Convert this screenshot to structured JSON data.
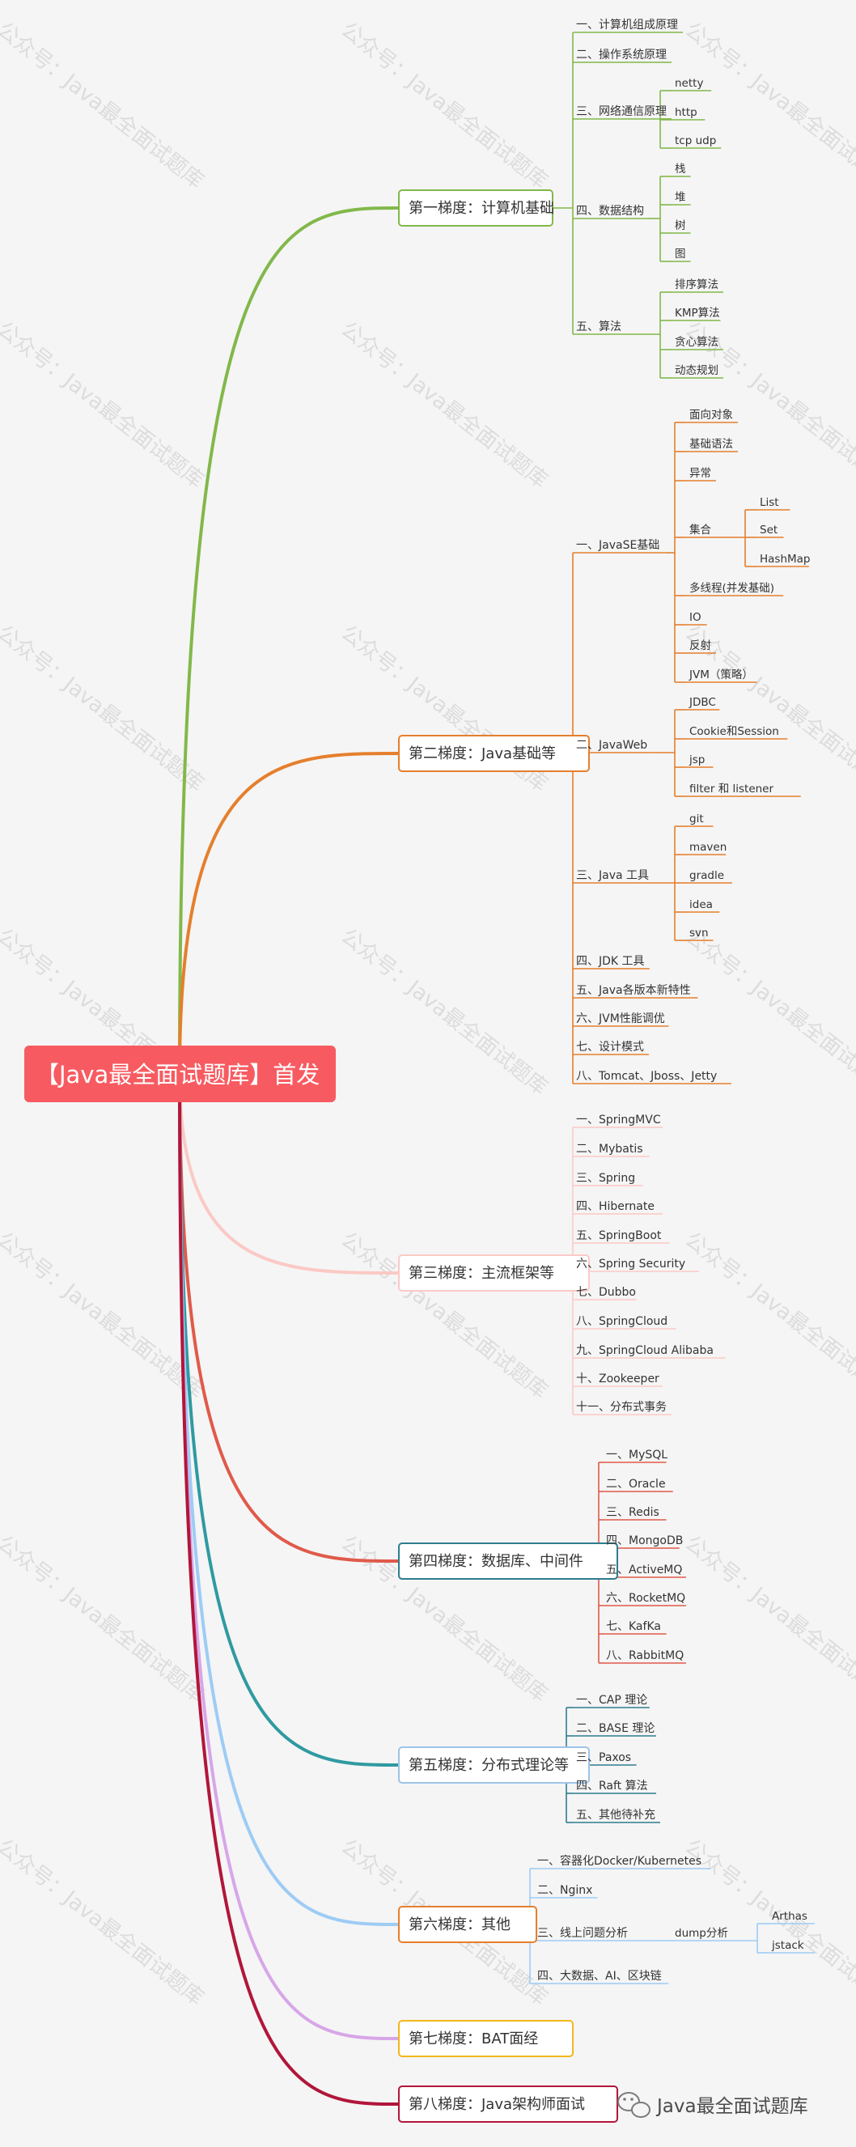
{
  "root": {
    "label": "【Java最全面试题库】首发",
    "color": "#f75b61"
  },
  "watermark": "公众号：Java最全面试题库",
  "footer": {
    "icon": "wechat-icon",
    "text": "Java最全面试题库"
  },
  "tiers": [
    {
      "label": "第一梯度：计算机基础",
      "color": "#82b84a",
      "children": [
        {
          "label": "一、计算机组成原理"
        },
        {
          "label": "二、操作系统原理"
        },
        {
          "label": "三、网络通信原理",
          "children": [
            {
              "label": "netty"
            },
            {
              "label": "http"
            },
            {
              "label": "tcp udp"
            }
          ]
        },
        {
          "label": "四、数据结构",
          "children": [
            {
              "label": "栈"
            },
            {
              "label": "堆"
            },
            {
              "label": "树"
            },
            {
              "label": "图"
            }
          ]
        },
        {
          "label": "五、算法",
          "children": [
            {
              "label": "排序算法"
            },
            {
              "label": "KMP算法"
            },
            {
              "label": "贪心算法"
            },
            {
              "label": "动态规划"
            }
          ]
        }
      ]
    },
    {
      "label": "第二梯度：Java基础等",
      "color": "#e57f2c",
      "children": [
        {
          "label": "一、JavaSE基础",
          "children": [
            {
              "label": "面向对象"
            },
            {
              "label": "基础语法"
            },
            {
              "label": "异常"
            },
            {
              "label": "集合",
              "children": [
                {
                  "label": "List"
                },
                {
                  "label": "Set"
                },
                {
                  "label": "HashMap"
                }
              ]
            },
            {
              "label": "多线程(并发基础)"
            },
            {
              "label": "IO"
            },
            {
              "label": "反射"
            },
            {
              "label": "JVM（策略）"
            }
          ]
        },
        {
          "label": "二、JavaWeb",
          "children": [
            {
              "label": "JDBC"
            },
            {
              "label": "Cookie和Session"
            },
            {
              "label": "jsp"
            },
            {
              "label": "filter 和 listener"
            }
          ]
        },
        {
          "label": "三、Java 工具",
          "children": [
            {
              "label": "git"
            },
            {
              "label": "maven"
            },
            {
              "label": "gradle"
            },
            {
              "label": "idea"
            },
            {
              "label": "svn"
            }
          ]
        },
        {
          "label": "四、JDK 工具"
        },
        {
          "label": "五、Java各版本新特性"
        },
        {
          "label": "六、JVM性能调优"
        },
        {
          "label": "七、设计模式"
        },
        {
          "label": "八、Tomcat、Jboss、Jetty"
        }
      ]
    },
    {
      "label": "第三梯度：主流框架等",
      "color": "#fbc9c5",
      "children": [
        {
          "label": "一、SpringMVC"
        },
        {
          "label": "二、Mybatis"
        },
        {
          "label": "三、Spring"
        },
        {
          "label": "四、Hibernate"
        },
        {
          "label": "五、SpringBoot"
        },
        {
          "label": "六、Spring Security"
        },
        {
          "label": "七、Dubbo"
        },
        {
          "label": "八、SpringCloud"
        },
        {
          "label": "九、SpringCloud Alibaba"
        },
        {
          "label": "十、Zookeeper"
        },
        {
          "label": "十一、分布式事务"
        }
      ]
    },
    {
      "label": "第四梯度：数据库、中间件",
      "color": "#2e7d8f",
      "edgeColor": "#e05a4a",
      "children": [
        {
          "label": "一、MySQL"
        },
        {
          "label": "二、Oracle"
        },
        {
          "label": "三、Redis"
        },
        {
          "label": "四、MongoDB"
        },
        {
          "label": "五、ActiveMQ"
        },
        {
          "label": "六、RocketMQ"
        },
        {
          "label": "七、KafKa"
        },
        {
          "label": "八、RabbitMQ"
        }
      ]
    },
    {
      "label": "第五梯度：分布式理论等",
      "color": "#9dc3e6",
      "edgeColor": "#2f9aa1",
      "children": [
        {
          "label": "一、CAP 理论"
        },
        {
          "label": "二、BASE 理论"
        },
        {
          "label": "三、Paxos"
        },
        {
          "label": "四、Raft 算法"
        },
        {
          "label": "五、其他待补充"
        }
      ]
    },
    {
      "label": "第六梯度：其他",
      "color": "#e57f2c",
      "edgeColor": "#9dccf5",
      "children": [
        {
          "label": "一、容器化Docker/Kubernetes"
        },
        {
          "label": "二、Nginx"
        },
        {
          "label": "三、线上问题分析",
          "children": [
            {
              "label": "dump分析",
              "children": [
                {
                  "label": "Arthas"
                },
                {
                  "label": "jstack"
                }
              ]
            }
          ]
        },
        {
          "label": "四、大数据、AI、区块链"
        }
      ]
    },
    {
      "label": "第七梯度：BAT面经",
      "color": "#f3b71d",
      "edgeColor": "#d7a6e8",
      "children": []
    },
    {
      "label": "第八梯度：Java架构师面试",
      "color": "#b1163a",
      "children": []
    }
  ]
}
